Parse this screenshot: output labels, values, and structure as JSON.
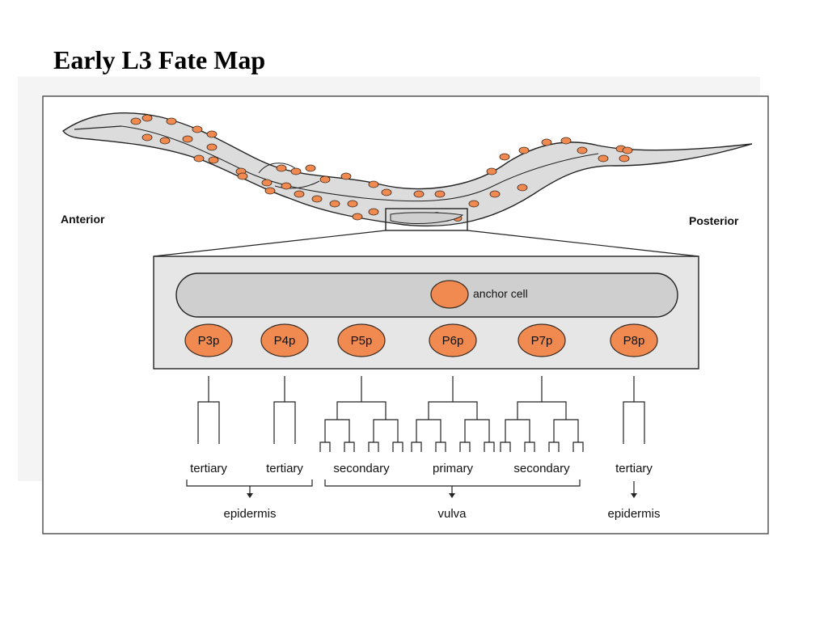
{
  "slide": {
    "title": "Early L3 Fate Map"
  },
  "worm": {
    "anterior_label": "Anterior",
    "posterior_label": "Posterior"
  },
  "inset": {
    "anchor_cell_label": "anchor cell",
    "cells": [
      "P3p",
      "P4p",
      "P5p",
      "P6p",
      "P7p",
      "P8p"
    ]
  },
  "fates": [
    "tertiary",
    "tertiary",
    "secondary",
    "primary",
    "secondary",
    "tertiary"
  ],
  "outcomes": {
    "left": "epidermis",
    "middle": "vulva",
    "right": "epidermis"
  },
  "colors": {
    "cell_fill": "#f08a50",
    "cell_stroke": "#3a2a20",
    "worm_fill": "#dcdcdc",
    "panel_fill": "#e6e6e6",
    "gonad_fill": "#cfcfcf"
  }
}
